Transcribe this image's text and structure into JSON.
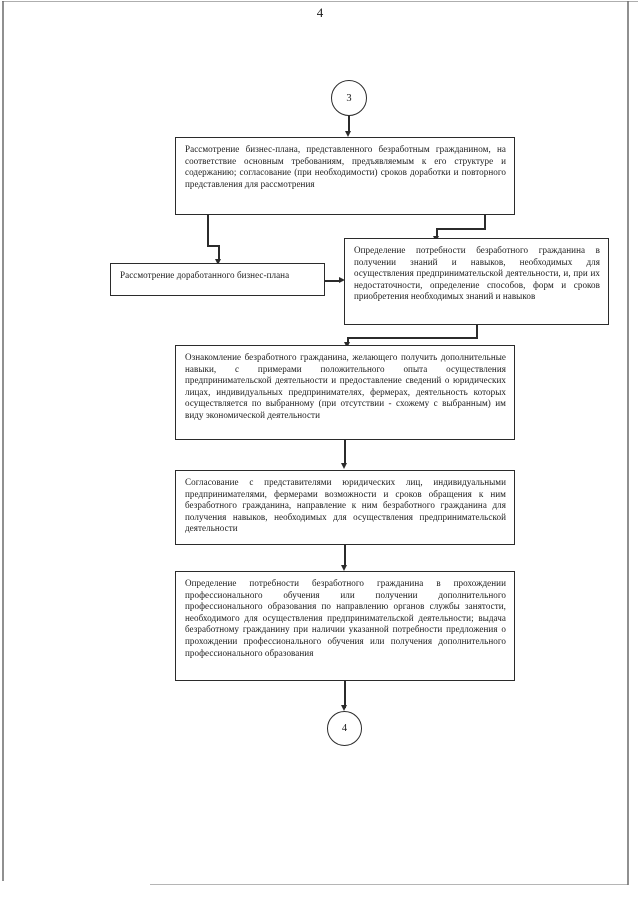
{
  "page": {
    "folio": "4"
  },
  "flowchart": {
    "connector_top": {
      "label": "3"
    },
    "connector_bottom": {
      "label": "4"
    },
    "nodes": [
      {
        "id": "review-business-plan",
        "text": "Рассмотрение бизнес-плана, представленного безработным гражданином, на соответствие основным требованиям, предъявляемым к его структуре и содержанию; согласование (при необходимости) сроков доработки и повторного представления для рассмотрения"
      },
      {
        "id": "review-revised-business-plan",
        "text": "Рассмотрение доработанного бизнес-плана"
      },
      {
        "id": "determine-knowledge-needs",
        "text": "Определение потребности безработного гражданина в получении знаний и навыков, необходимых для осуществления предпринимательской деятельности, и, при их недостаточности, определение способов, форм и сроков приобретения необходимых знаний и навыков"
      },
      {
        "id": "familiarization-with-positive-experience",
        "text": "Ознакомление безработного гражданина, желающего получить дополнительные навыки, с примерами положительного опыта осуществления предпринимательской деятельности и предоставление сведений о юридических лицах, индивидуальных предпринимателях, фермерах, деятельность которых осуществляется по выбранному (при отсутствии - схожему с выбранным) им виду экономической деятельности"
      },
      {
        "id": "coordination-with-representatives",
        "text": "Согласование с представителями юридических лиц, индивидуальными предпринимателями, фермерами возможности и сроков обращения к ним безработного гражданина, направление к ним безработного гражданина для получения навыков, необходимых для осуществления предпринимательской деятельности"
      },
      {
        "id": "determine-vocational-training-needs",
        "text": "Определение потребности безработного гражданина в прохождении профессионального обучения или получении дополнительного профессионального образования по направлению органов службы занятости, необходимого для осуществления предпринимательской деятельности; выдача безработному гражданину при наличии указанной потребности предложения о прохождении профессионального обучения или получения дополнительного профессионального образования"
      }
    ]
  }
}
